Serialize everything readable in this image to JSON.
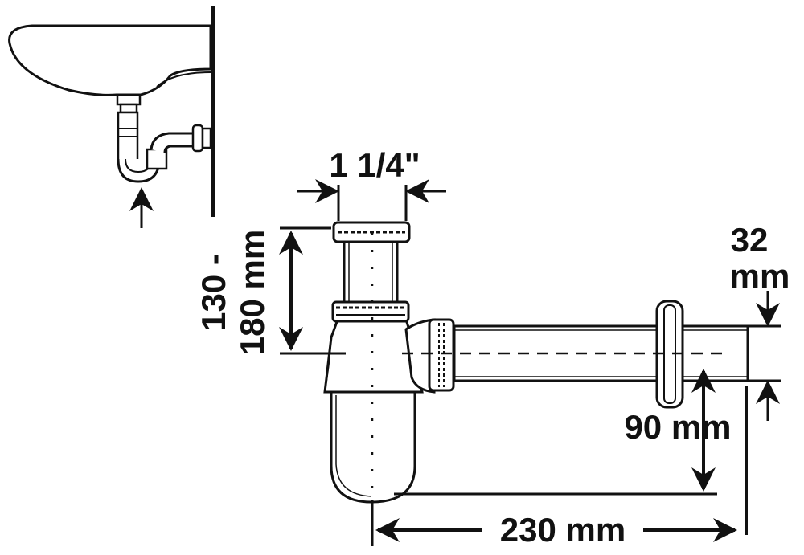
{
  "colors": {
    "ink": "#111111",
    "metal": "#ffffff",
    "shade": "#cfcfcf",
    "background": "#ffffff"
  },
  "icons": {
    "arrow_head": "arrow-icon",
    "basin": "washbasin-icon"
  },
  "dimensions": {
    "inlet_diameter": "1 1/4\"",
    "height_range_line1": "130 -",
    "height_range_line2": "180 mm",
    "outlet_diameter_line1": "32",
    "outlet_diameter_line2": "mm",
    "outlet_height": "90 mm",
    "depth": "230 mm"
  }
}
